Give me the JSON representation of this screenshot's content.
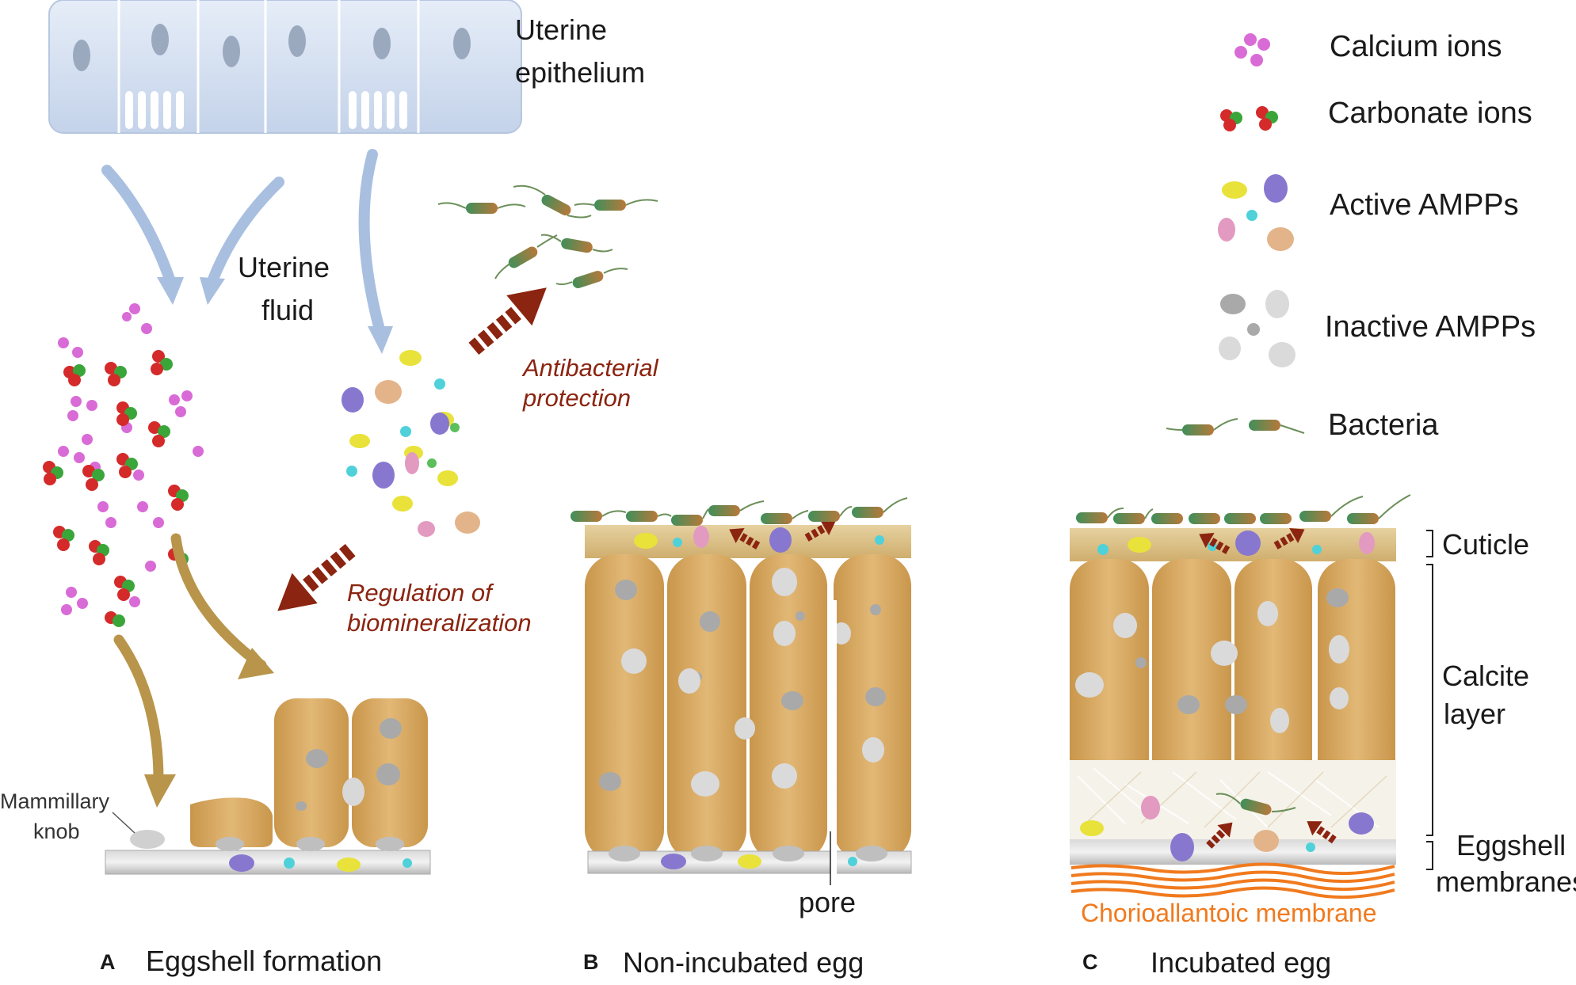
{
  "labels": {
    "uterine_epithelium_1": "Uterine",
    "uterine_epithelium_2": "epithelium",
    "uterine_fluid_1": "Uterine",
    "uterine_fluid_2": "fluid",
    "antibacterial_1": "Antibacterial",
    "antibacterial_2": "protection",
    "regulation_1": "Regulation of",
    "regulation_2": "biomineralization",
    "mammillary_1": "Mammillary",
    "mammillary_2": "knob",
    "pore": "pore",
    "cuticle": "Cuticle",
    "calcite_1": "Calcite",
    "calcite_2": "layer",
    "membranes_1": "Eggshell",
    "membranes_2": "membranes",
    "chorio": "Chorioallantoic membrane"
  },
  "panels": [
    {
      "letter": "A",
      "title": "Eggshell formation"
    },
    {
      "letter": "B",
      "title": "Non-incubated egg"
    },
    {
      "letter": "C",
      "title": "Incubated egg"
    }
  ],
  "legend": [
    {
      "icon": "calcium-ions-icon",
      "label": "Calcium ions"
    },
    {
      "icon": "carbonate-ions-icon",
      "label": "Carbonate ions"
    },
    {
      "icon": "active-ampps-icon",
      "label": "Active AMPPs"
    },
    {
      "icon": "inactive-ampps-icon",
      "label": "Inactive AMPPs"
    },
    {
      "icon": "bacteria-icon",
      "label": "Bacteria"
    }
  ],
  "colors": {
    "calcite": "#d6a960",
    "cuticle": "#d9bd82",
    "arrow_red": "#8b2410",
    "arrow_blue": "#a8bfe0",
    "arrow_gold": "#b8954a",
    "calcium": "#d96bd6",
    "carbonate_red": "#d42a2a",
    "carbonate_green": "#3aa63a",
    "chorio": "#f07a1e"
  }
}
